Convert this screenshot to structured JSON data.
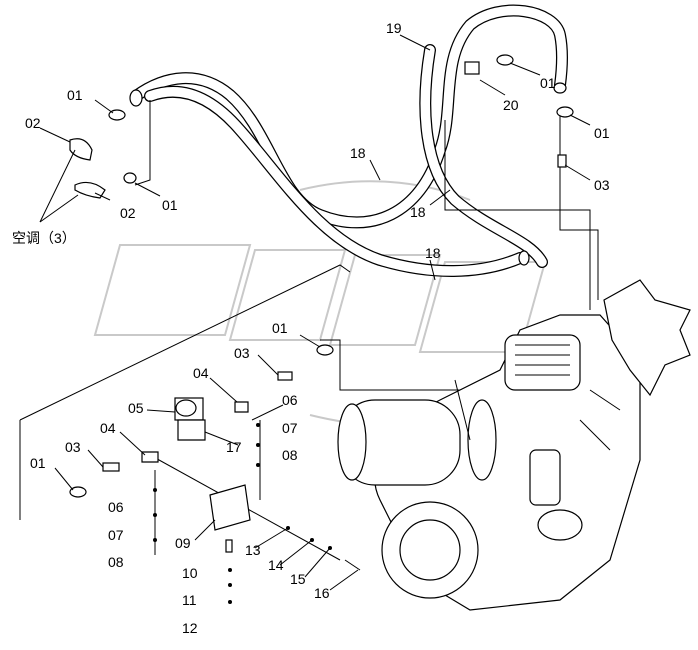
{
  "watermark": "OPEX",
  "group_label": "空调（3）",
  "callouts": {
    "c01a": "01",
    "c02a": "02",
    "c02b": "02",
    "c01b": "01",
    "c19": "19",
    "c01c": "01",
    "c20": "20",
    "c01d": "01",
    "c03a": "03",
    "c18a": "18",
    "c18b": "18",
    "c18c": "18",
    "c01e": "01",
    "c03b": "03",
    "c04a": "04",
    "c05": "05",
    "c06a": "06",
    "c07a": "07",
    "c08a": "08",
    "c17": "17",
    "c04b": "04",
    "c03c": "03",
    "c01f": "01",
    "c06b": "06",
    "c07b": "07",
    "c08b": "08",
    "c09": "09",
    "c10": "10",
    "c11": "11",
    "c12": "12",
    "c13": "13",
    "c14": "14",
    "c15": "15",
    "c16": "16"
  }
}
